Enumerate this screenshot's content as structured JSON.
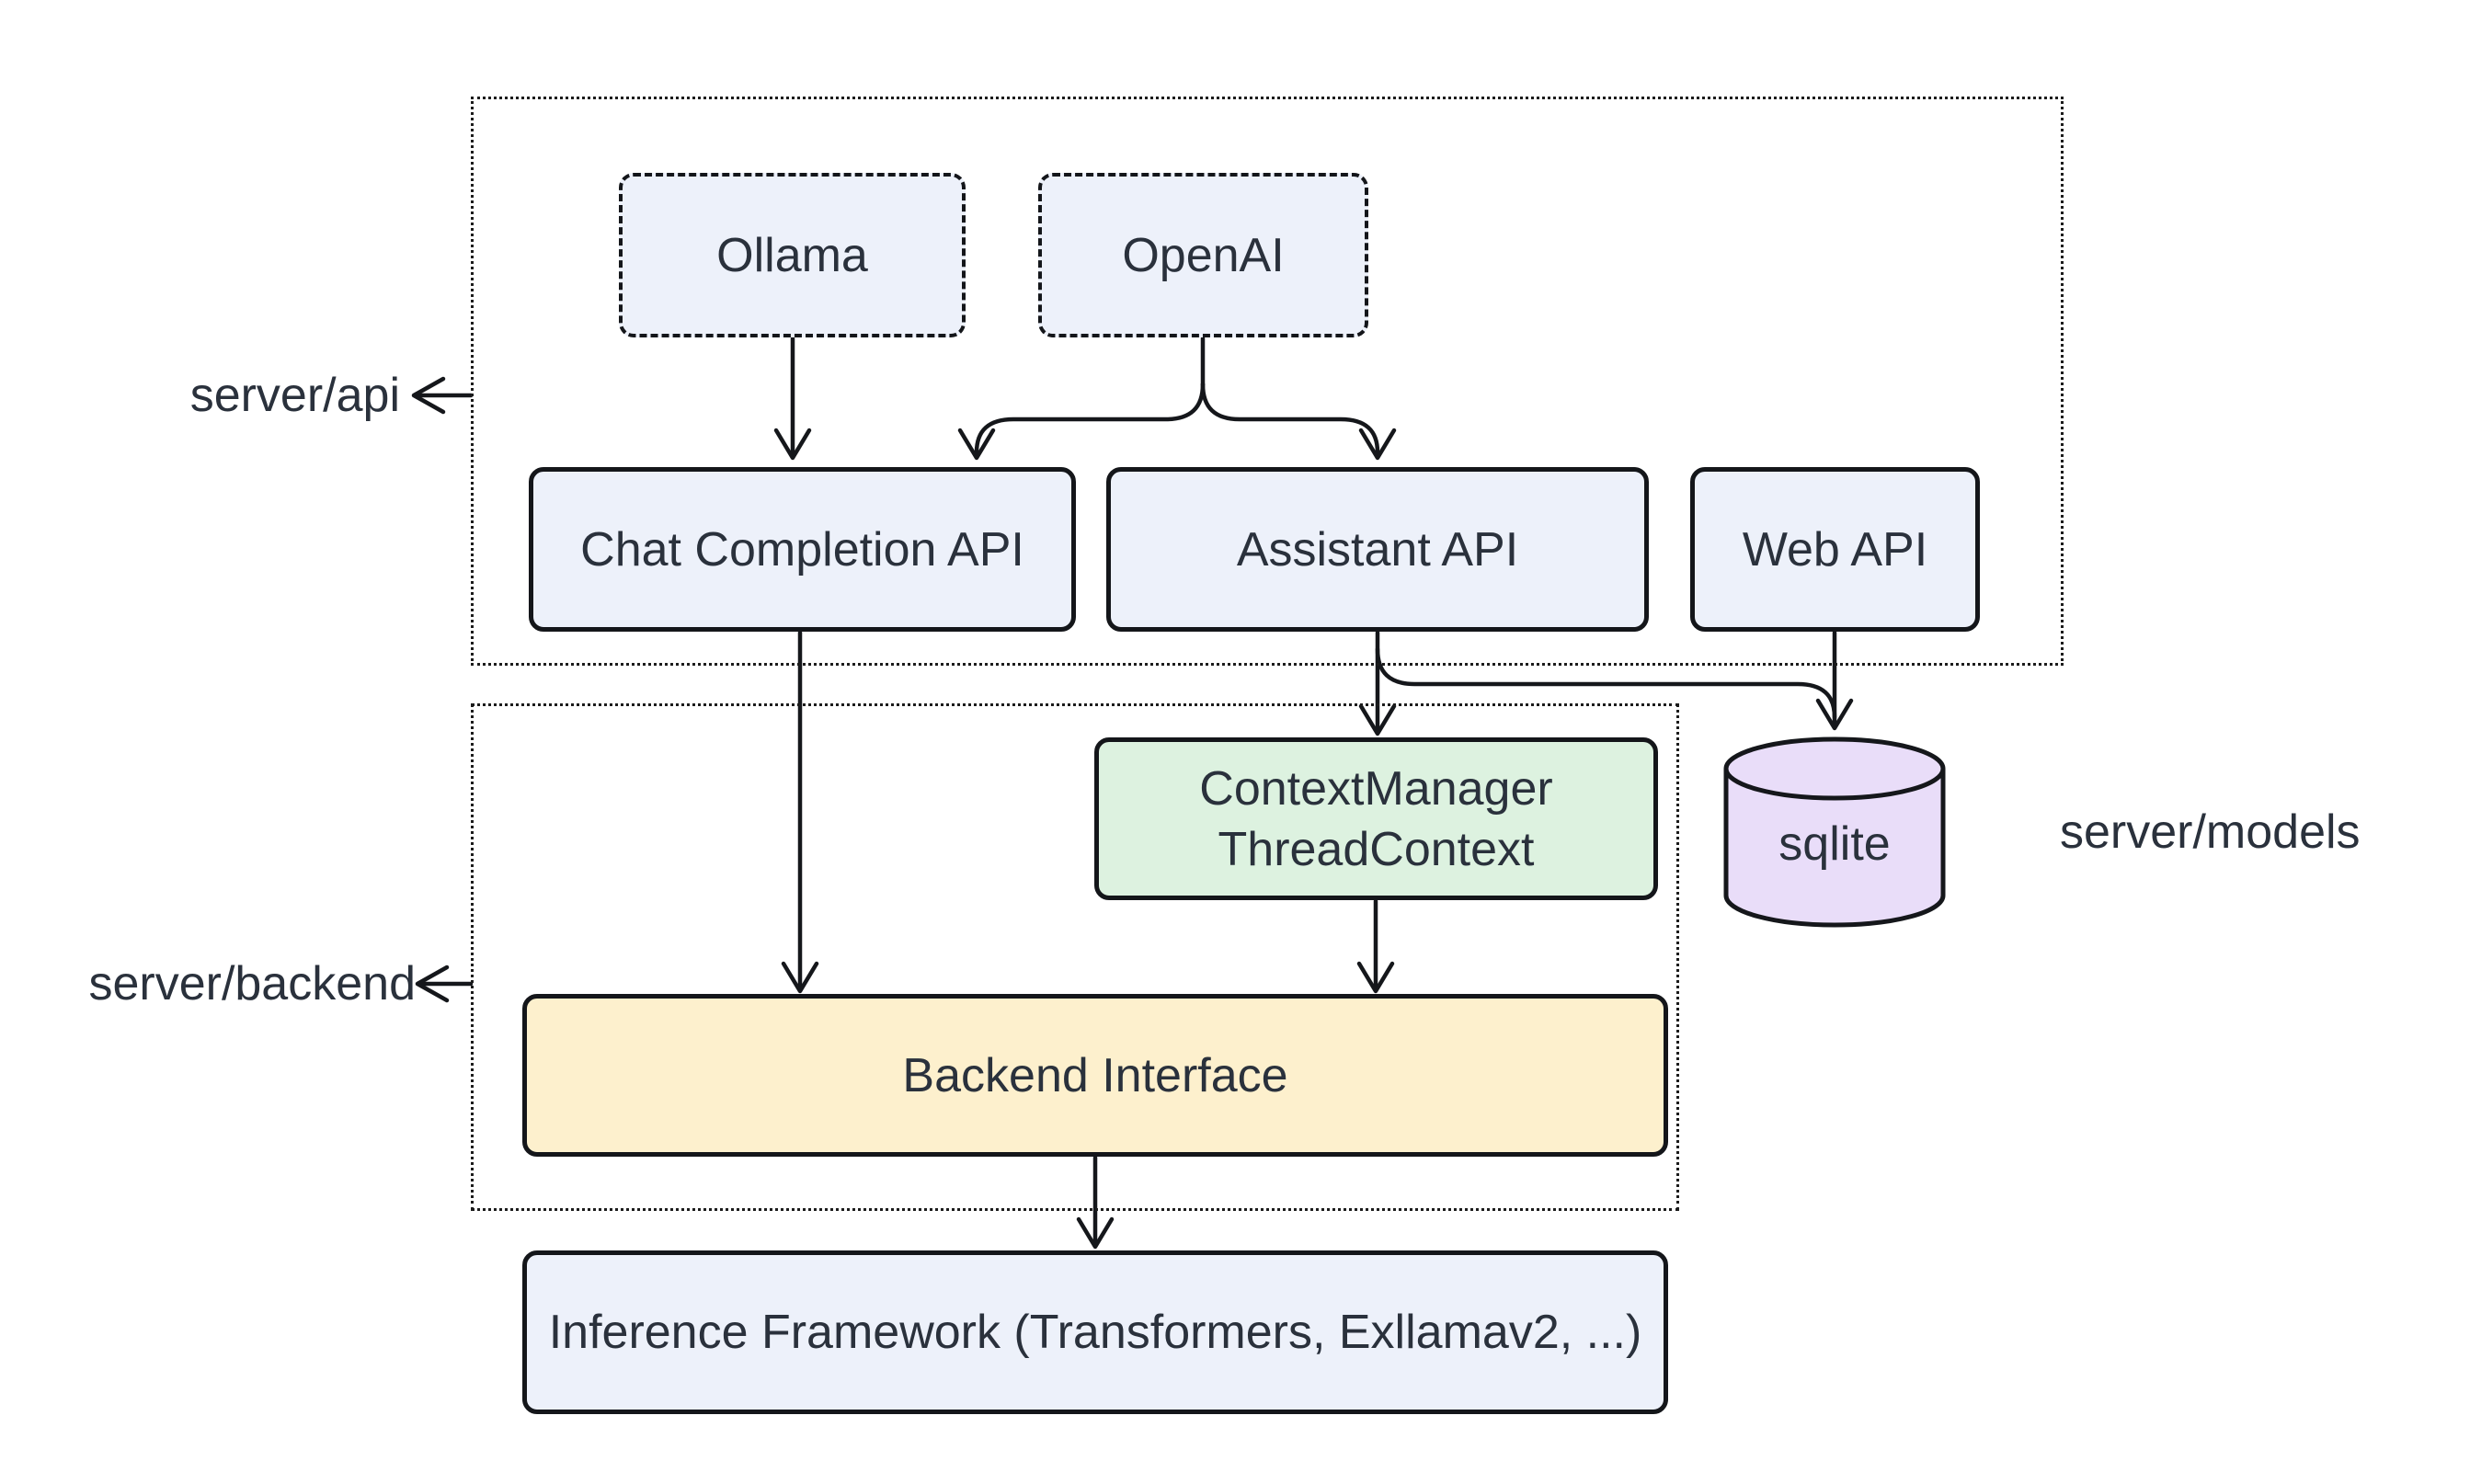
{
  "diagram": {
    "groups": {
      "api": {
        "label": "server/api"
      },
      "backend": {
        "label": "server/backend"
      },
      "models": {
        "label": "server/models"
      }
    },
    "nodes": {
      "ollama": {
        "label": "Ollama"
      },
      "openai": {
        "label": "OpenAI"
      },
      "chat_completion_api": {
        "label": "Chat Completion API"
      },
      "assistant_api": {
        "label": "Assistant API"
      },
      "web_api": {
        "label": "Web API"
      },
      "context_manager": {
        "line1": "ContextManager",
        "line2": "ThreadContext"
      },
      "sqlite": {
        "label": "sqlite"
      },
      "backend_interface": {
        "label": "Backend Interface"
      },
      "inference_framework": {
        "label": "Inference Framework (Transformers, Exllamav2, ...)"
      }
    },
    "edges": [
      {
        "from": "Ollama",
        "to": "Chat Completion API"
      },
      {
        "from": "OpenAI",
        "to": "Chat Completion API"
      },
      {
        "from": "OpenAI",
        "to": "Assistant API"
      },
      {
        "from": "Chat Completion API",
        "to": "Backend Interface"
      },
      {
        "from": "Assistant API",
        "to": "ContextManager ThreadContext"
      },
      {
        "from": "Assistant API",
        "to": "sqlite"
      },
      {
        "from": "Web API",
        "to": "sqlite"
      },
      {
        "from": "ContextManager ThreadContext",
        "to": "Backend Interface"
      },
      {
        "from": "Backend Interface",
        "to": "Inference Framework (Transformers, Exllamav2, ...)"
      }
    ],
    "colors": {
      "node_blue": "#edf1fa",
      "node_green": "#ddf2e0",
      "node_yellow": "#fdf0cd",
      "node_purple": "#e9ddf9",
      "stroke": "#15171b",
      "text": "#2a313c",
      "canvas": "#ffffff"
    }
  }
}
